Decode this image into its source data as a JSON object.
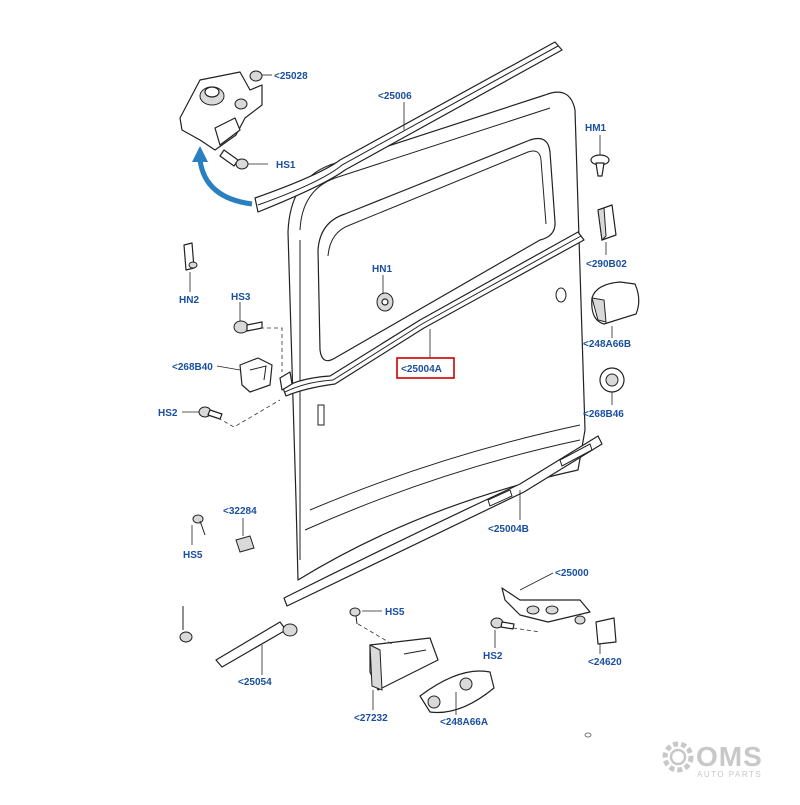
{
  "colors": {
    "label": "#1a4fa0",
    "arrow": "#2a7fc0",
    "highlight": "#cc0000",
    "logo": "#c8c8c8"
  },
  "labels": {
    "l25028": "<25028",
    "l25006": "<25006",
    "hs1": "HS1",
    "hm1": "HM1",
    "hn1": "HN1",
    "hn2": "HN2",
    "hs3": "HS3",
    "l290b02": "<290B02",
    "l248a66b": "<248A66B",
    "l268b40": "<268B40",
    "l25004a": "<25004A",
    "hs2a": "HS2",
    "l268b46": "<268B46",
    "l25004b": "<25004B",
    "l32284": "<32284",
    "hs5a": "HS5",
    "l25000": "<25000",
    "hs5b": "HS5",
    "hs2b": "HS2",
    "l24620": "<24620",
    "l25054": "<25054",
    "l27232": "<27232",
    "l248a66a": "<248A66A"
  },
  "logo": {
    "text": "OMS",
    "subtext": "AUTO PARTS"
  }
}
